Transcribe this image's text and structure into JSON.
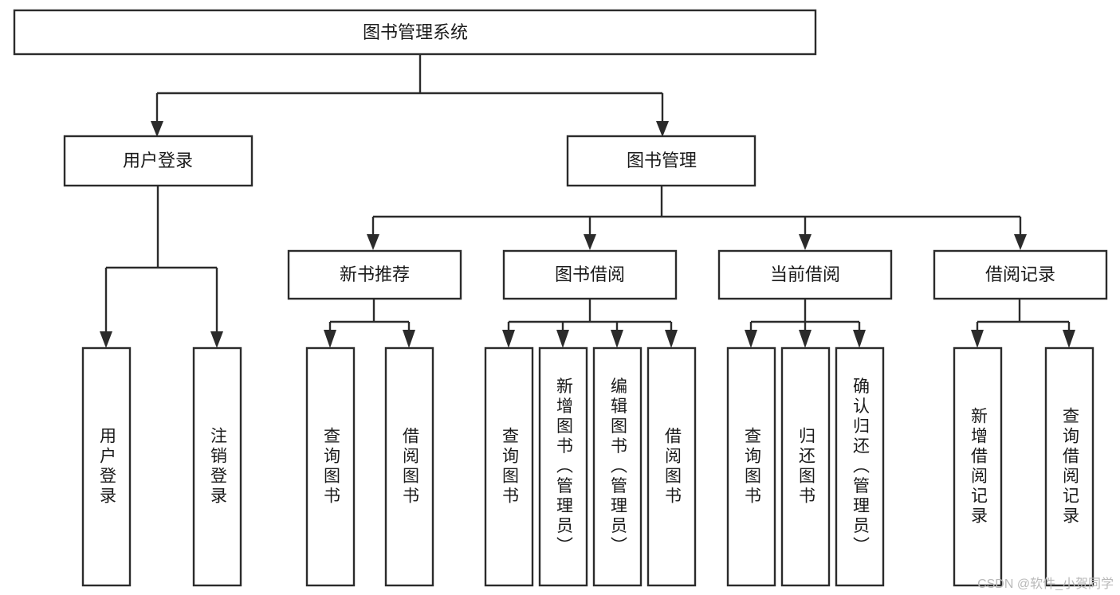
{
  "diagram": {
    "title": "图书管理系统",
    "type": "tree-hierarchy",
    "orientation": "top-down",
    "root": {
      "id": "root",
      "label": "图书管理系统"
    },
    "level2": [
      {
        "id": "user-login",
        "label": "用户登录"
      },
      {
        "id": "book-manage",
        "label": "图书管理"
      }
    ],
    "level3": [
      {
        "id": "new-book-recommend",
        "label": "新书推荐",
        "parent": "book-manage"
      },
      {
        "id": "book-borrow",
        "label": "图书借阅",
        "parent": "book-manage"
      },
      {
        "id": "current-borrow",
        "label": "当前借阅",
        "parent": "book-manage"
      },
      {
        "id": "borrow-record",
        "label": "借阅记录",
        "parent": "book-manage"
      }
    ],
    "leaves": [
      {
        "id": "leaf-user-login",
        "label": "用户登录",
        "parent": "user-login"
      },
      {
        "id": "leaf-user-logout",
        "label": "注销登录",
        "parent": "user-login"
      },
      {
        "id": "leaf-query-book-1",
        "label": "查询图书",
        "parent": "new-book-recommend"
      },
      {
        "id": "leaf-borrow-book-1",
        "label": "借阅图书",
        "parent": "new-book-recommend"
      },
      {
        "id": "leaf-query-book-2",
        "label": "查询图书",
        "parent": "book-borrow"
      },
      {
        "id": "leaf-add-book",
        "label": "新增图书（管理员）",
        "parent": "book-borrow"
      },
      {
        "id": "leaf-edit-book",
        "label": "编辑图书（管理员）",
        "parent": "book-borrow"
      },
      {
        "id": "leaf-borrow-book-2",
        "label": "借阅图书",
        "parent": "book-borrow"
      },
      {
        "id": "leaf-query-book-3",
        "label": "查询图书",
        "parent": "current-borrow"
      },
      {
        "id": "leaf-return-book",
        "label": "归还图书",
        "parent": "current-borrow"
      },
      {
        "id": "leaf-confirm-return",
        "label": "确认归还（管理员）",
        "parent": "current-borrow"
      },
      {
        "id": "leaf-add-record",
        "label": "新增借阅记录",
        "parent": "borrow-record"
      },
      {
        "id": "leaf-query-record",
        "label": "查询借阅记录",
        "parent": "borrow-record"
      }
    ],
    "colors": {
      "box_stroke": "#2b2b2b",
      "box_fill": "#ffffff",
      "text": "#1a1a1a",
      "background": "#ffffff",
      "watermark": "#b9b9b9"
    }
  },
  "watermark": {
    "text": "CSDN @软件_小贺同学"
  }
}
